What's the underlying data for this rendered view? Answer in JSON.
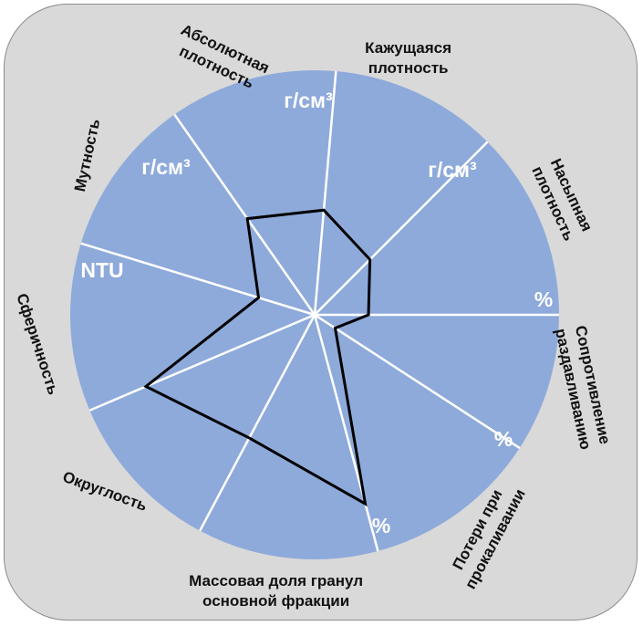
{
  "chart_data": {
    "type": "radar",
    "axes": [
      {
        "label_lines": [
          "Кажущаяся",
          "плотность"
        ],
        "unit": "г/см³",
        "value": 0.43
      },
      {
        "label_lines": [
          "Насыпная",
          "плотность"
        ],
        "unit": "г/см³",
        "value": 0.32
      },
      {
        "label_lines": [
          "Сопротивление",
          "раздавливанию"
        ],
        "unit": "%",
        "value": 0.22
      },
      {
        "label_lines": [
          "Потери при",
          "прокаливании"
        ],
        "unit": "%",
        "value": 0.1
      },
      {
        "label_lines": [
          "Массовая доля гранул",
          "основной фракции"
        ],
        "unit": "%",
        "value": 0.8
      },
      {
        "label_lines": [
          "Округлость"
        ],
        "unit": "",
        "value": 0.57
      },
      {
        "label_lines": [
          "Сферичность"
        ],
        "unit": "",
        "value": 0.75
      },
      {
        "label_lines": [
          "Мутность"
        ],
        "unit": "NTU",
        "value": 0.24
      },
      {
        "label_lines": [
          "Абсолютная",
          "плотность"
        ],
        "unit": "г/см³",
        "value": 0.48
      }
    ],
    "colors": {
      "fill": "#8eaadb",
      "spokes": "#ffffff",
      "polygon": "#000000",
      "background": "#d9d9d9"
    }
  }
}
